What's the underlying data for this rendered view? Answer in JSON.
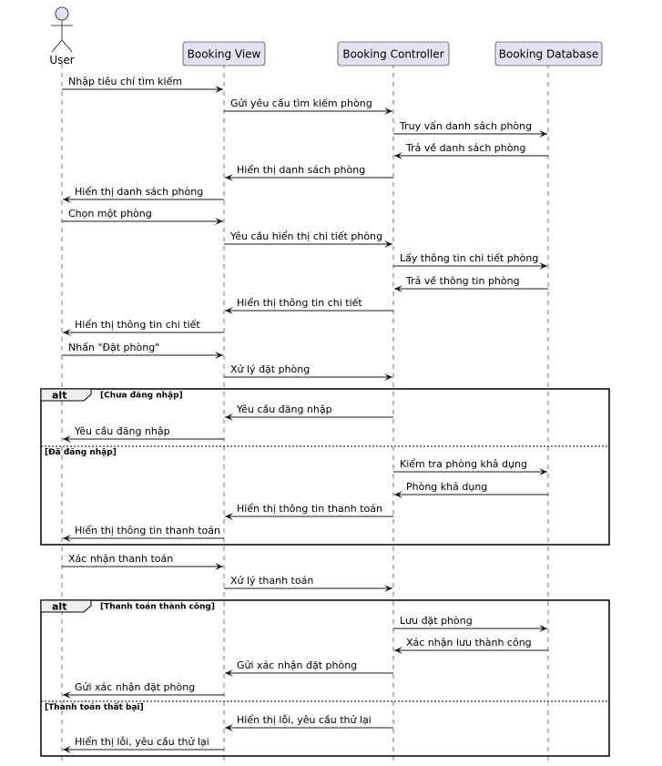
{
  "participants": [
    {
      "id": "user",
      "label": "User",
      "kind": "actor"
    },
    {
      "id": "view",
      "label": "Booking View",
      "kind": "box"
    },
    {
      "id": "ctrl",
      "label": "Booking Controller",
      "kind": "box"
    },
    {
      "id": "db",
      "label": "Booking Database",
      "kind": "box"
    }
  ],
  "messages": [
    {
      "from": "user",
      "to": "view",
      "text": "Nhập tiêu chí tìm kiếm"
    },
    {
      "from": "view",
      "to": "ctrl",
      "text": "Gửi yêu cầu tìm kiếm phòng"
    },
    {
      "from": "ctrl",
      "to": "db",
      "text": "Truy vấn danh sách phòng"
    },
    {
      "from": "db",
      "to": "ctrl",
      "text": "Trả về danh sách phòng"
    },
    {
      "from": "ctrl",
      "to": "view",
      "text": "Hiển thị danh sách phòng"
    },
    {
      "from": "view",
      "to": "user",
      "text": "Hiển thị danh sách phòng"
    },
    {
      "from": "user",
      "to": "view",
      "text": "Chọn một phòng"
    },
    {
      "from": "view",
      "to": "ctrl",
      "text": "Yêu cầu hiển thị chi tiết phòng"
    },
    {
      "from": "ctrl",
      "to": "db",
      "text": "Lấy thông tin chi tiết phòng"
    },
    {
      "from": "db",
      "to": "ctrl",
      "text": "Trả về thông tin phòng"
    },
    {
      "from": "ctrl",
      "to": "view",
      "text": "Hiển thị thông tin chi tiết"
    },
    {
      "from": "view",
      "to": "user",
      "text": "Hiển thị thông tin chi tiết"
    },
    {
      "from": "user",
      "to": "view",
      "text": "Nhấn \"Đặt phòng\""
    },
    {
      "from": "view",
      "to": "ctrl",
      "text": "Xử lý đặt phòng"
    },
    {
      "from": "ctrl",
      "to": "view",
      "text": "Yêu cầu đăng nhập"
    },
    {
      "from": "view",
      "to": "user",
      "text": "Yêu cầu đăng nhập"
    },
    {
      "from": "ctrl",
      "to": "db",
      "text": "Kiểm tra phòng khả dụng"
    },
    {
      "from": "db",
      "to": "ctrl",
      "text": "Phòng khả dụng"
    },
    {
      "from": "ctrl",
      "to": "view",
      "text": "Hiển thị thông tin thanh toán"
    },
    {
      "from": "view",
      "to": "user",
      "text": "Hiển thị thông tin thanh toán"
    },
    {
      "from": "user",
      "to": "view",
      "text": "Xác nhận thanh toán"
    },
    {
      "from": "view",
      "to": "ctrl",
      "text": "Xử lý thanh toán"
    },
    {
      "from": "ctrl",
      "to": "db",
      "text": "Lưu đặt phòng"
    },
    {
      "from": "db",
      "to": "ctrl",
      "text": "Xác nhận lưu thành công"
    },
    {
      "from": "ctrl",
      "to": "view",
      "text": "Gửi xác nhận đặt phòng"
    },
    {
      "from": "view",
      "to": "user",
      "text": "Gửi xác nhận đặt phòng"
    },
    {
      "from": "ctrl",
      "to": "view",
      "text": "Hiển thị lỗi, yêu cầu thử lại"
    },
    {
      "from": "view",
      "to": "user",
      "text": "Hiển thị lỗi, yêu cầu thử lại"
    }
  ],
  "fragments": [
    {
      "keyword": "alt",
      "guard": "[Chưa đăng nhập]",
      "else_guard": "[Đã đăng nhập]"
    },
    {
      "keyword": "alt",
      "guard": "[Thanh toán thành công]",
      "else_guard": "[Thanh toán thất bại]"
    }
  ],
  "colors": {
    "participant_fill": "#e2e2f0",
    "participant_border": "#181818",
    "lifeline": "#181818",
    "arrow": "#181818",
    "frame": "#000000"
  }
}
